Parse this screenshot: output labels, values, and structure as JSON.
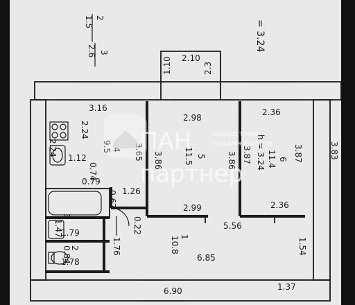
{
  "colors": {
    "paper": "#e9e9e9",
    "ink": "#1a1a1a",
    "frame": "#111111",
    "watermark": "#ffffff"
  },
  "watermark": {
    "logo_icon": "house-logo-icon",
    "line1": "ПАН",
    "line2": "партнер",
    "tag1": "экосистема",
    "tag2": "недвижимости"
  },
  "plan": {
    "top": {
      "d_210": "2.10",
      "d_110": "1.10",
      "d_23": "2.3",
      "ceiling": "= 3.24",
      "frac1_num": "2",
      "frac1_den": "1.5",
      "frac2_num": "3",
      "frac2_den": "2.6"
    },
    "rooms": {
      "r4": {
        "num": "4",
        "area": "9.5"
      },
      "r5": {
        "num": "5",
        "area": "11.5"
      },
      "r6": {
        "num": "6",
        "area": "11.4"
      },
      "r1": {
        "num": "1",
        "area": "10.8"
      },
      "r2": {
        "num": "2",
        "area": "0.84"
      },
      "r3": {
        "num": "3",
        "area": "1.47"
      },
      "h_label": "h = 3.24"
    },
    "dims": {
      "d316": "3.16",
      "d298": "2.98",
      "d236_top": "2.36",
      "d224": "2.24",
      "d224b": "2.24",
      "d112": "1.12",
      "d074": "0.74",
      "d079": "0.79",
      "d365": "3.65",
      "d386a": "3.86",
      "d386b": "3.86",
      "d387a": "3.87",
      "d387b": "3.87",
      "d383": "3.83",
      "d126": "1.26",
      "d067": "0.67",
      "d299": "2.99",
      "d236_bot": "2.36",
      "d556": "5.56",
      "d022": "0.22",
      "d179": "1.79",
      "d176": "1.76",
      "d178": "1.78",
      "d685": "6.85",
      "d154": "1.54",
      "d690": "6.90",
      "d137": "1.37"
    }
  }
}
